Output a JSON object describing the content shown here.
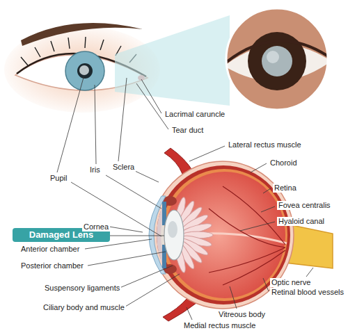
{
  "diagram": {
    "nodes": [
      {
        "text": [
          "Damaged Lens"
        ]
      }
    ],
    "labels": [
      "Lacrimal caruncle",
      "Tear duct",
      "Pupil",
      "Iris",
      "Sclera",
      "Lateral rectus muscle",
      "Choroid",
      "Retina",
      "Fovea centralis",
      "Hyaloid canal",
      "Cornea",
      "Anterior chamber",
      "Posterior chamber",
      "Suspensory ligaments",
      "Ciliary body and muscle",
      "Optic nerve",
      "Retinal blood vessels",
      "Vitreous body",
      "Medial rectus muscle"
    ]
  }
}
